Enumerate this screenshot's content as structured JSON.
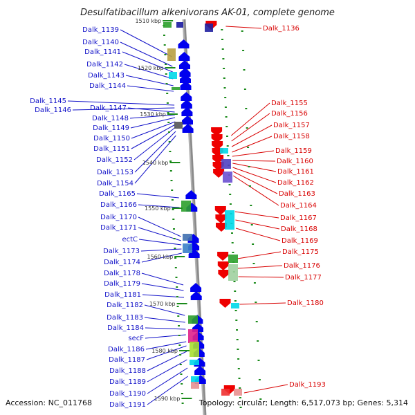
{
  "title": "Desulfatibacillum alkenivorans AK-01, complete genome",
  "footer": {
    "accession": "Accession: NC_011768",
    "topology": "Topology: circular; Length: 6,517,073 bp; Genes: 5,314"
  },
  "kbp_labels": [
    "1510 kbp",
    "1520 kbp",
    "1530 kbp",
    "1540 kbp",
    "1550 kbp",
    "1560 kbp",
    "1570 kbp",
    "1580 kbp",
    "1590 kbp"
  ],
  "left_labels": [
    "Dalk_1139",
    "Dalk_1140",
    "Dalk_1141",
    "Dalk_1142",
    "Dalk_1143",
    "Dalk_1144",
    "Dalk_1145",
    "Dalk_1146",
    "Dalk_1147",
    "Dalk_1148",
    "Dalk_1149",
    "Dalk_1150",
    "Dalk_1151",
    "Dalk_1152",
    "Dalk_1153",
    "Dalk_1154",
    "Dalk_1165",
    "Dalk_1166",
    "Dalk_1170",
    "Dalk_1171",
    "ectC",
    "Dalk_1173",
    "Dalk_1174",
    "Dalk_1178",
    "Dalk_1179",
    "Dalk_1181",
    "Dalk_1182",
    "Dalk_1183",
    "Dalk_1184",
    "secF",
    "Dalk_1186",
    "Dalk_1187",
    "Dalk_1188",
    "Dalk_1189",
    "Dalk_1190",
    "Dalk_1191"
  ],
  "right_labels": [
    "Dalk_1136",
    "Dalk_1155",
    "Dalk_1156",
    "Dalk_1157",
    "Dalk_1158",
    "Dalk_1159",
    "Dalk_1160",
    "Dalk_1161",
    "Dalk_1162",
    "Dalk_1163",
    "Dalk_1164",
    "Dalk_1167",
    "Dalk_1168",
    "Dalk_1169",
    "Dalk_1175",
    "Dalk_1176",
    "Dalk_1177",
    "Dalk_1180",
    "Dalk_1193"
  ],
  "colors": {
    "forward_label": "#1010c8",
    "reverse_label": "#d80000",
    "forward_gene": "#0000ee",
    "reverse_gene": "#ee0000",
    "backbone": "#8a8a8a",
    "tick": "#1a8a1a"
  }
}
